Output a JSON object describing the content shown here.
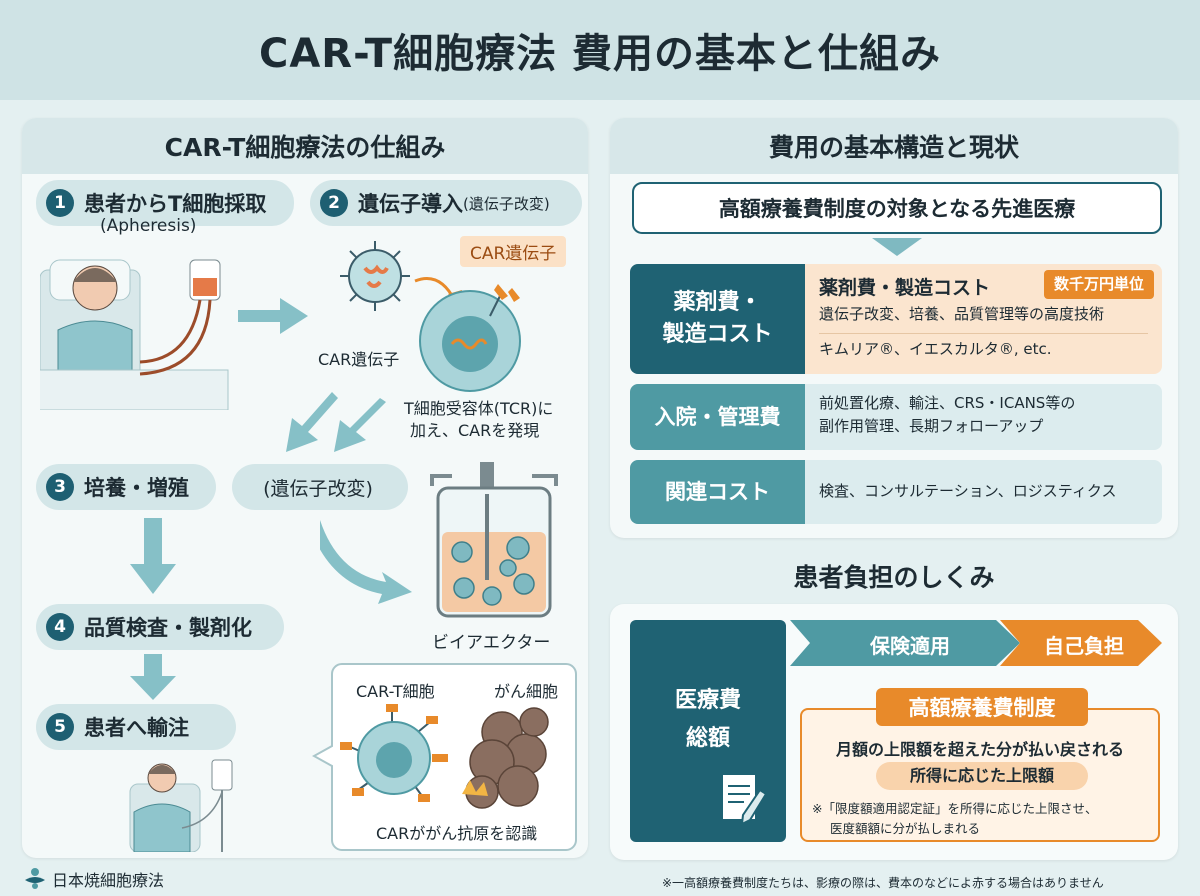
{
  "title": "CAR-T細胞療法 費用の基本と仕組み",
  "left": {
    "heading": "CAR-T細胞療法の仕組み",
    "steps": [
      {
        "num": "1",
        "label": "患者からT細胞採取",
        "sub": "(Apheresis)"
      },
      {
        "num": "2",
        "label": "遺伝子導入",
        "sub": "(遺伝子改変)"
      },
      {
        "num": "3",
        "label": "培養・増殖"
      },
      {
        "num": "4",
        "label": "品質検査・製剤化"
      },
      {
        "num": "5",
        "label": "患者へ輸注"
      }
    ],
    "car_gene_tag": "CAR遺伝子",
    "car_gene_label": "CAR遺伝子",
    "tcr_note_1": "T細胞受容体(TCR)に",
    "tcr_note_2": "加え、CARを発現",
    "gene_mod_pill": "(遺伝子改変)",
    "bioreactor_label": "ビイアエクター",
    "cart_cell_label": "CAR-T細胞",
    "cancer_cell_label": "がん細胞",
    "recognize_label": "CARががん抗原を認識"
  },
  "right": {
    "heading": "費用の基本構造と現状",
    "banner": "高額療養費制度の対象となる先進医療",
    "costs": [
      {
        "name_1": "薬剤費・",
        "name_2": "製造コスト",
        "title": "薬剤費・製造コスト",
        "badge": "数千万円単位",
        "line1": "遺伝子改変、培養、品質管理等の高度技術",
        "line2": "キムリア®、イエスカルタ®, etc."
      },
      {
        "name_1": "入院・管理費",
        "line1": "前処置化療、輸注、CRS・ICANS等の",
        "line2": "副作用管理、長期フォローアップ"
      },
      {
        "name_1": "関連コスト",
        "line1": "検査、コンサルテーション、ロジスティクス"
      }
    ],
    "burden_heading": "患者負担のしくみ",
    "total_1": "医療費",
    "total_2": "総額",
    "insurance": "保険適用",
    "self_pay": "自己負担",
    "system_title": "高額療養費制度",
    "refund_text": "月額の上限額を超えた分が払い戻される",
    "income_limit": "所得に応じた上限額",
    "cert_note_1": "※「限度額適用認定証」を所得に応じた上限させ、",
    "cert_note_2": "医度額額に分が払しまれる"
  },
  "footer": {
    "org": "日本焼細胞療法",
    "note": "※一高額療養費制度たちは、影療の際は、費本のなどによ赤する場合はありません"
  },
  "colors": {
    "teal_dark": "#1f6273",
    "teal_mid": "#4f9aa3",
    "orange": "#e88a2a",
    "bg": "#e4f0f1"
  }
}
